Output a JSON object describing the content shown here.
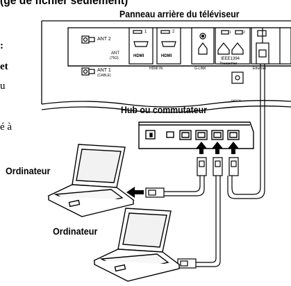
{
  "header": {
    "cut_heading": "(ge de fichier seulement)",
    "tv_back_title": "Panneau arrière du téléviseur"
  },
  "left_text": {
    "line1": ":",
    "line2": "et",
    "line3": "u",
    "line4": "é à"
  },
  "tv_panel": {
    "ant2": "ANT 2",
    "ant1": "ANT 1",
    "ant1_sub": "(CABLE)",
    "ant_label": "ANT",
    "ant_sub": "(75Ω)",
    "hdmi1_num": "1",
    "hdmi2_num": "2",
    "hdmi_logo": "HDMI",
    "hdmi_in": "HDMI IN",
    "glink": "G-LINK",
    "ieee": "IEEE1394",
    "theaternet": "TheaterNet",
    "ieee_port1": "1",
    "ieee_port2": "2",
    "ethernet": "Ethernet",
    "digital": "DIGITAL"
  },
  "hub": {
    "title": "Hub ou commutateur"
  },
  "computers": [
    {
      "label": "Ordinateur"
    },
    {
      "label": "Ordinateur"
    }
  ],
  "colors": {
    "line": "#000000",
    "panel_fill": "#ffffff",
    "shade": "#d9d9d9"
  }
}
